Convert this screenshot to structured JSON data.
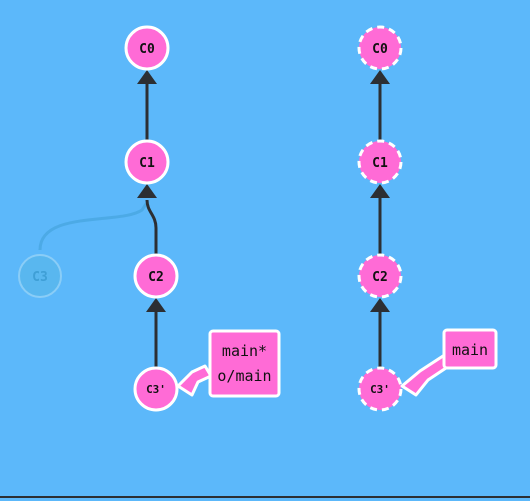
{
  "colors": {
    "background": "#5cb8fa",
    "commit_fill": "#ff6bd6",
    "commit_stroke": "#ffffff",
    "edge": "#2c2f33",
    "ghost_commit": "#59b7ee",
    "ghost_edge": "#3f9fd6",
    "label_fill": "#ff6bd6"
  },
  "local_repo": {
    "commits": [
      {
        "id": "C0",
        "label": "C0"
      },
      {
        "id": "C1",
        "label": "C1"
      },
      {
        "id": "C2",
        "label": "C2"
      },
      {
        "id": "C3p",
        "label": "C3'"
      }
    ],
    "ghost_commit": {
      "id": "C3",
      "label": "C3"
    },
    "branch_label": {
      "line1": "main*",
      "line2": "o/main"
    }
  },
  "remote_repo": {
    "commits": [
      {
        "id": "C0",
        "label": "C0"
      },
      {
        "id": "C1",
        "label": "C1"
      },
      {
        "id": "C2",
        "label": "C2"
      },
      {
        "id": "C3p",
        "label": "C3'"
      }
    ],
    "branch_label": {
      "line1": "main"
    }
  }
}
